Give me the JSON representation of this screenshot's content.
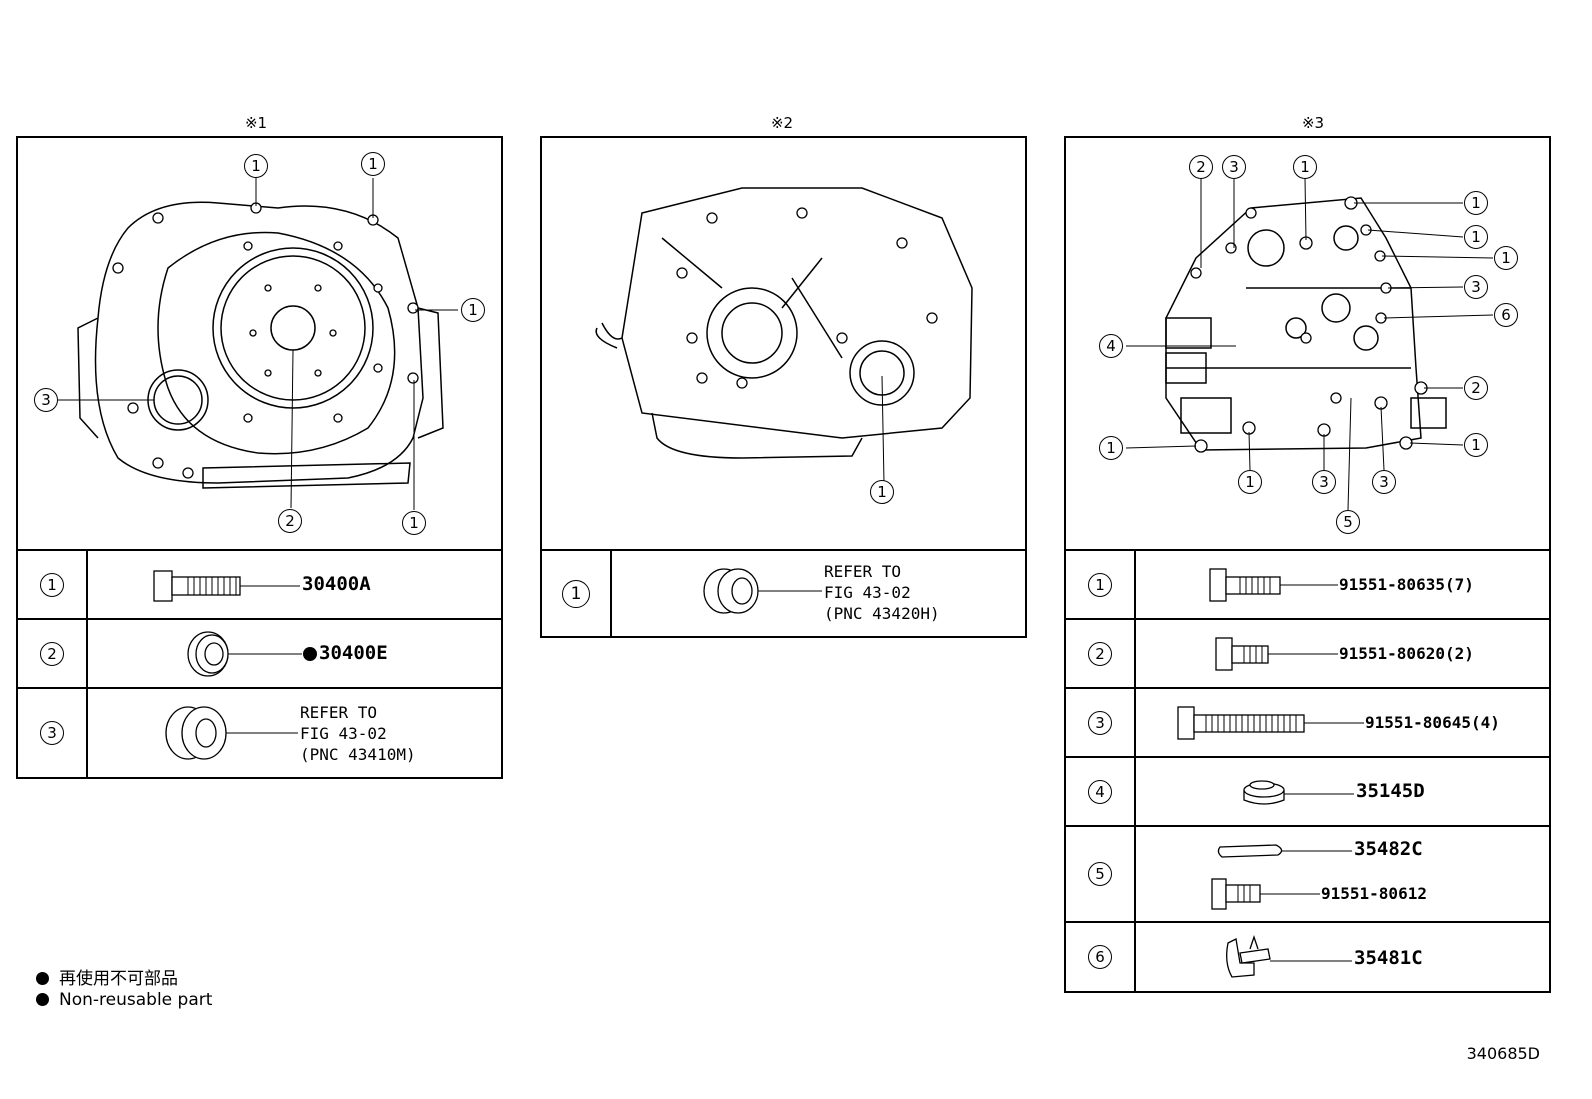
{
  "panels": [
    {
      "title": "※1",
      "callouts": [
        "1",
        "1",
        "1",
        "3",
        "2",
        "1"
      ],
      "rows": [
        {
          "num": "1",
          "part": "30400A",
          "nonreusable": false
        },
        {
          "num": "2",
          "part": "30400E",
          "nonreusable": true
        },
        {
          "num": "3",
          "ref": "REFER TO\nFIG 43-02\n(PNC 43410M)"
        }
      ]
    },
    {
      "title": "※2",
      "callouts": [
        "1"
      ],
      "rows": [
        {
          "num": "1",
          "ref": "REFER TO\nFIG 43-02\n(PNC 43420H)"
        }
      ]
    },
    {
      "title": "※3",
      "callouts": [
        "2",
        "3",
        "1",
        "1",
        "1",
        "1",
        "3",
        "6",
        "4",
        "2",
        "1",
        "1",
        "1",
        "3",
        "3",
        "5"
      ],
      "rows": [
        {
          "num": "1",
          "part": "91551-80635(7)"
        },
        {
          "num": "2",
          "part": "91551-80620(2)"
        },
        {
          "num": "3",
          "part": "91551-80645(4)"
        },
        {
          "num": "4",
          "part": "35145D"
        },
        {
          "num": "5",
          "part": "35482C",
          "part2": "91551-80612"
        },
        {
          "num": "6",
          "part": "35481C"
        }
      ]
    }
  ],
  "legend": {
    "line1": "再使用不可部品",
    "line2": "Non-reusable part"
  },
  "figure_id": "340685D"
}
